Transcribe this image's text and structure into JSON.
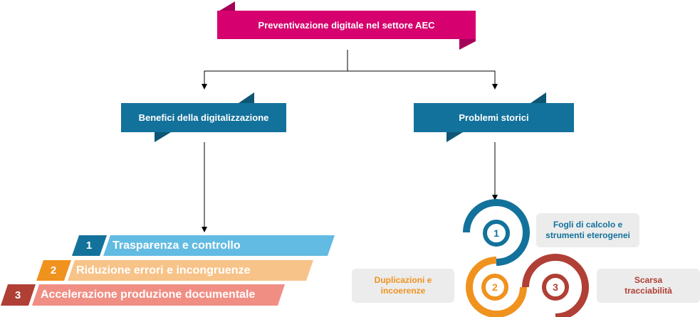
{
  "title": "Preventivazione digitale nel settore AEC",
  "branches": {
    "left": "Benefici della digitalizzazione",
    "right": "Problemi storici"
  },
  "benefits": [
    {
      "num": "1",
      "label": "Trasparenza e controllo"
    },
    {
      "num": "2",
      "label": "Riduzione errori e incongruenze"
    },
    {
      "num": "3",
      "label": "Accelerazione produzione documentale"
    }
  ],
  "problems": [
    {
      "num": "1",
      "label": "Fogli di calcolo e strumenti eterogenei",
      "color": "#13729b"
    },
    {
      "num": "2",
      "label": "Duplicazioni e incoerenze",
      "color": "#f0921e"
    },
    {
      "num": "3",
      "label": "Scarsa tracciabilità",
      "color": "#b03f35"
    }
  ],
  "colors": {
    "title": "#d6006e",
    "title_dark": "#a5005a",
    "branch": "#13729b",
    "branch_dark": "#0e5676"
  }
}
